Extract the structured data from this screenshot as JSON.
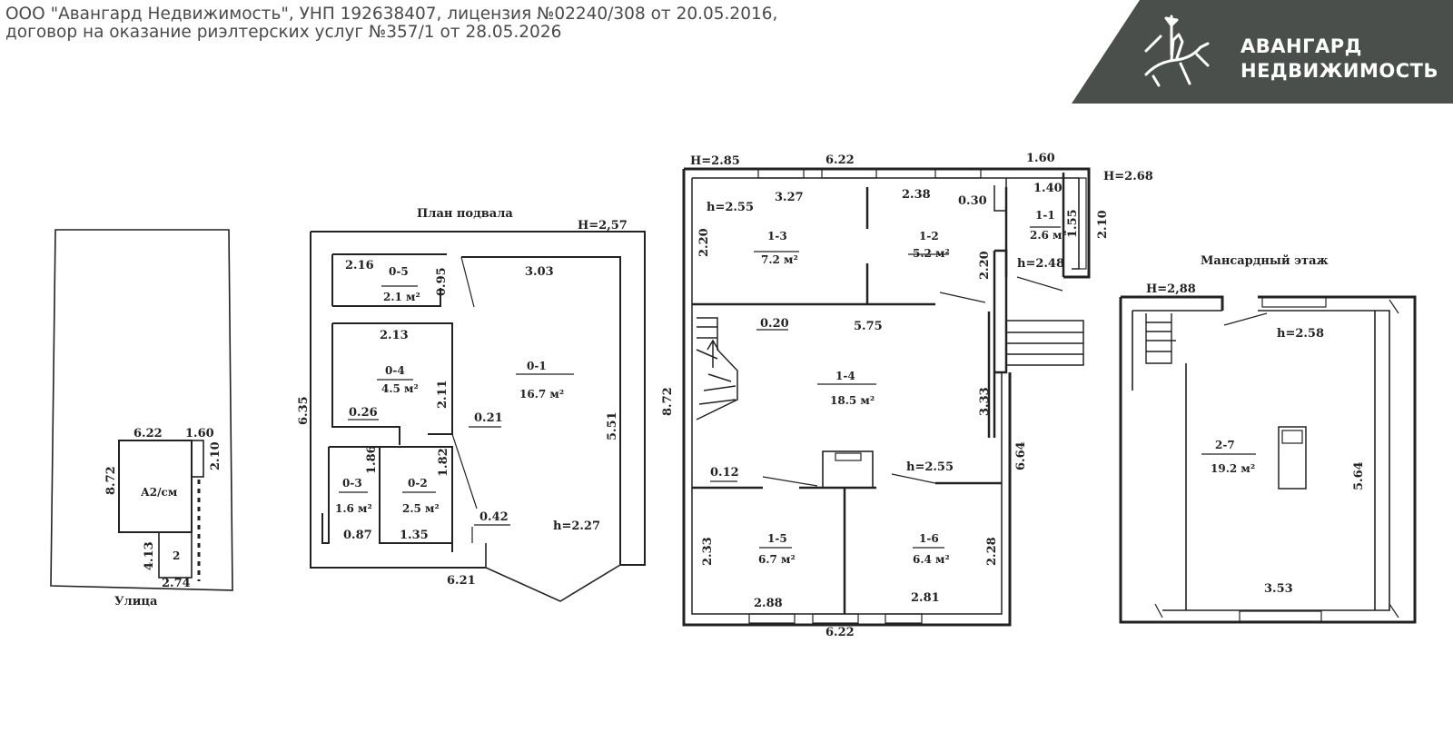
{
  "header": {
    "line1": "ООО \"Авангард Недвижимость\", УНП 192638407, лицензия №02240/308 от 20.05.2016,",
    "line2": "договор на оказание риэлтерских услуг №357/1 от 28.05.2026"
  },
  "brand": {
    "name_line1": "АВАНГАРД",
    "name_line2": "НЕДВИЖИМОСТЬ",
    "band_color": "#4a4f4b",
    "logo_icon": "knight-on-horse-icon"
  },
  "site_plan": {
    "dim_top": "6.22",
    "dim_top_right": "1.60",
    "dim_right": "2.10",
    "dim_left": "8.72",
    "building_label": "А2/см",
    "annex_label": "2",
    "dim_annex_left": "4.13",
    "dim_annex_bottom": "2.74",
    "street_label": "Улица"
  },
  "basement": {
    "title": "План подвала",
    "height": "Н=2,57",
    "dim_left": "6.35",
    "dim_bottom": "6.21",
    "dim_inner": {
      "d216": "2.16",
      "d095": "0.95",
      "d303": "3.03",
      "d213": "2.13",
      "d211": "2.11",
      "d026": "0.26",
      "d021": "0.21",
      "d551": "5.51",
      "d186": "1.86",
      "d182": "1.82",
      "d042": "0.42",
      "d087": "0.87",
      "d135": "1.35"
    },
    "ceiling": "h=2.27",
    "rooms": [
      {
        "id": "0-5",
        "area": "2.1 м²"
      },
      {
        "id": "0-4",
        "area": "4.5 м²"
      },
      {
        "id": "0-1",
        "area": "16.7 м²"
      },
      {
        "id": "0-3",
        "area": "1.6 м²"
      },
      {
        "id": "0-2",
        "area": "2.5 м²"
      }
    ]
  },
  "first_floor": {
    "height_left": "Н=2.85",
    "height_right": "Н=2.68",
    "dim_top": "6.22",
    "dim_top_right": "1.60",
    "dim_right_outer": "2.10",
    "dim_left": "8.72",
    "dim_bottom": "6.22",
    "dim_right_lower": "6.64",
    "dim_inner": {
      "d327": "3.27",
      "d238": "2.38",
      "d030": "0.30",
      "d140": "1.40",
      "d155": "1.55",
      "d220a": "2.20",
      "d220b": "2.20",
      "d020": "0.20",
      "d575": "5.75",
      "d333": "3.33",
      "d012": "0.12",
      "d233": "2.33",
      "d288": "2.88",
      "d281": "2.81",
      "d228": "2.28"
    },
    "ceilings": {
      "h255a": "h=2.55",
      "h248": "h=2.48",
      "h255b": "h=2.55"
    },
    "rooms": [
      {
        "id": "1-3",
        "area": "7.2 м²"
      },
      {
        "id": "1-2",
        "area": "5.2 м²"
      },
      {
        "id": "1-1",
        "area": "2.6 м²"
      },
      {
        "id": "1-4",
        "area": "18.5 м²"
      },
      {
        "id": "1-5",
        "area": "6.7 м²"
      },
      {
        "id": "1-6",
        "area": "6.4 м²"
      }
    ]
  },
  "attic": {
    "title": "Мансардный этаж",
    "height": "Н=2,88",
    "ceiling": "h=2.58",
    "dim_right": "5.64",
    "dim_bottom": "3.53",
    "room": {
      "id": "2-7",
      "area": "19.2 м²"
    }
  }
}
